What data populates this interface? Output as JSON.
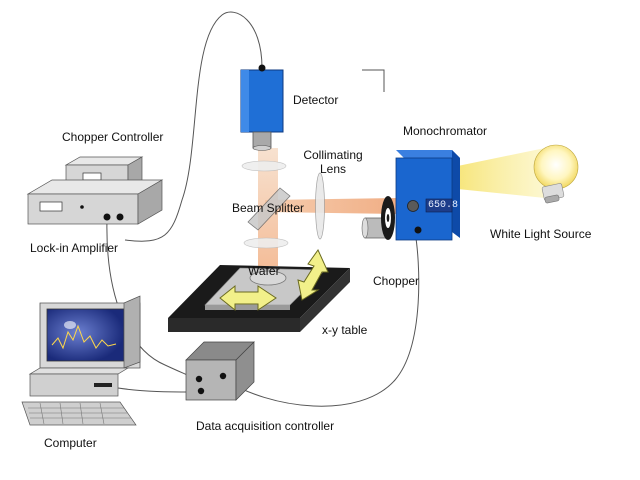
{
  "labels": {
    "detector": "Detector",
    "chopper_controller": "Chopper Controller",
    "collimating_lens": "Collimating\nLens",
    "monochromator": "Monochromator",
    "beam_splitter": "Beam Splitter",
    "white_light_source": "White Light Source",
    "lock_in_amplifier": "Lock-in Amplifier",
    "wafer": "Wafer",
    "chopper": "Chopper",
    "xy_table": "x-y table",
    "computer": "Computer",
    "data_acquisition_controller": "Data acquisition controller"
  },
  "monochromator_readout": "650.8",
  "colors": {
    "detector_blue": "#1f6fd6",
    "monochromator_blue": "#1a66cf",
    "beam_orange": "#f0a070",
    "white_light_yellow": "#f5e060",
    "arrow_yellow": "#f2f08a",
    "table_black": "#1a1a1a",
    "device_gray": "#c9c9c9"
  },
  "icons": [
    "lightbulb-icon",
    "monitor-icon",
    "keyboard-icon"
  ]
}
